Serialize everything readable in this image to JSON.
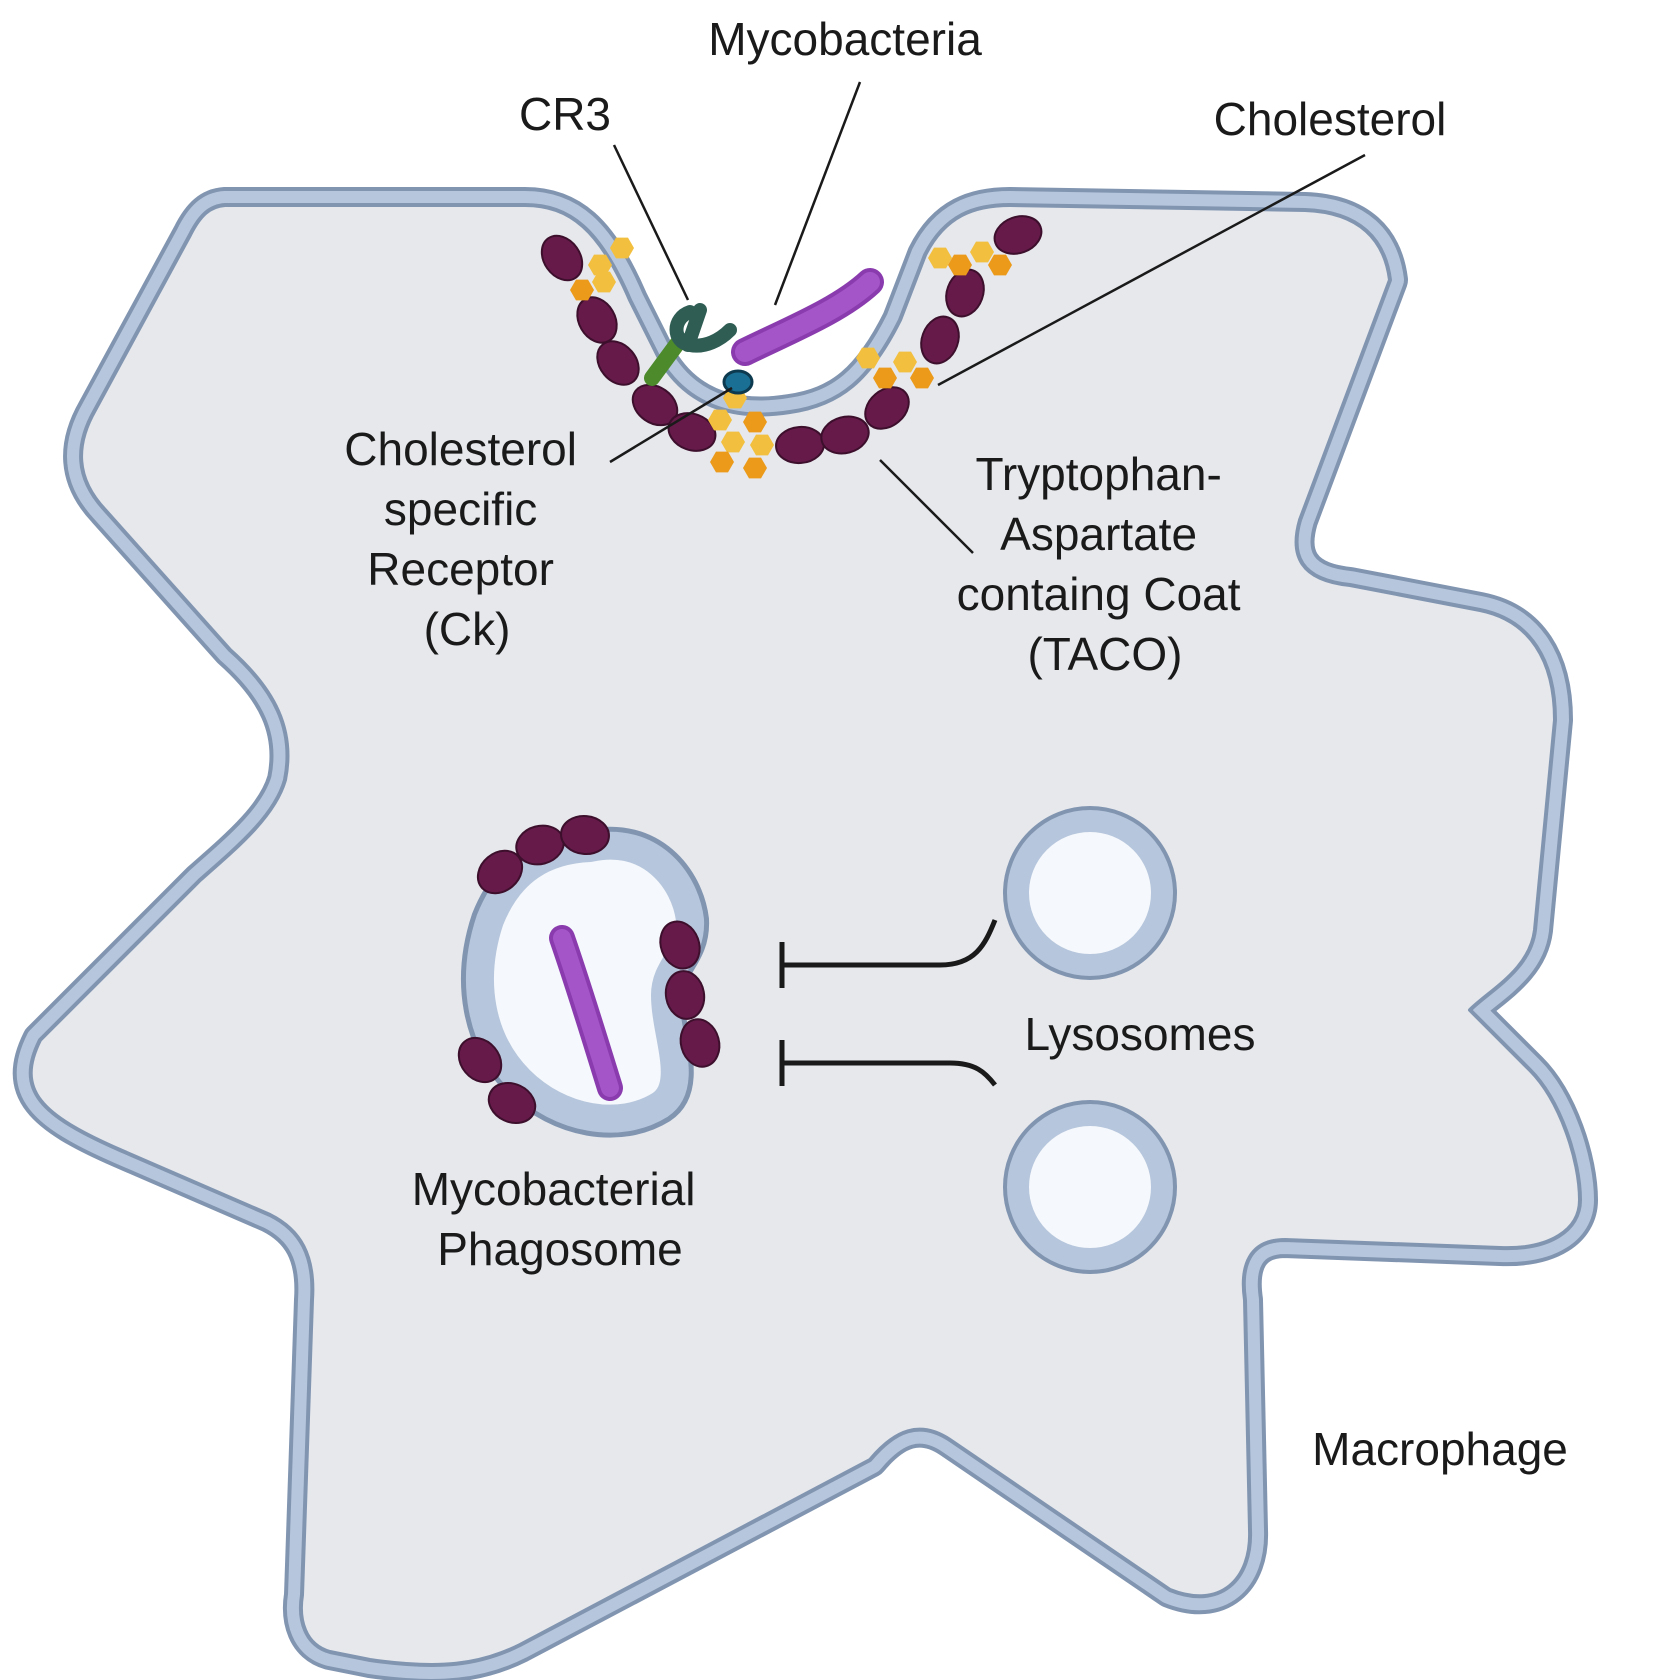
{
  "labels": {
    "mycobacteria": "Mycobacteria",
    "cr3": "CR3",
    "cholesterol": "Cholesterol",
    "ck_receptor": [
      "Cholesterol",
      "specific",
      "Receptor",
      "(Ck)"
    ],
    "taco": [
      "Tryptophan-",
      "Aspartate",
      "containg Coat",
      "(TACO)"
    ],
    "lysosomes": "Lysosomes",
    "phagosome": [
      "Mycobacterial",
      "Phagosome"
    ],
    "macrophage": "Macrophage"
  },
  "colors": {
    "cell_fill": "#e6e8ec",
    "membrane": "#b6c6dc",
    "membrane_edge": "#8195b1",
    "lumen": "#f5f8fc",
    "coat_protein": "#661a4a",
    "bacterium": "#a455c8",
    "cholesterol": "#f3bf3e",
    "cholesterol_dark": "#eb9a1a",
    "cr3_head": "#2f5d54",
    "cr3_stem": "#4c8a2c",
    "ck_receptor": "#1a6f94"
  },
  "icons": [
    "mycobacterium-icon",
    "cr3-receptor-icon",
    "ck-receptor-icon",
    "coat-protein-icon",
    "cholesterol-icon",
    "lysosome-icon",
    "phagosome-icon",
    "macrophage-icon",
    "inhibition-arrow-icon"
  ]
}
